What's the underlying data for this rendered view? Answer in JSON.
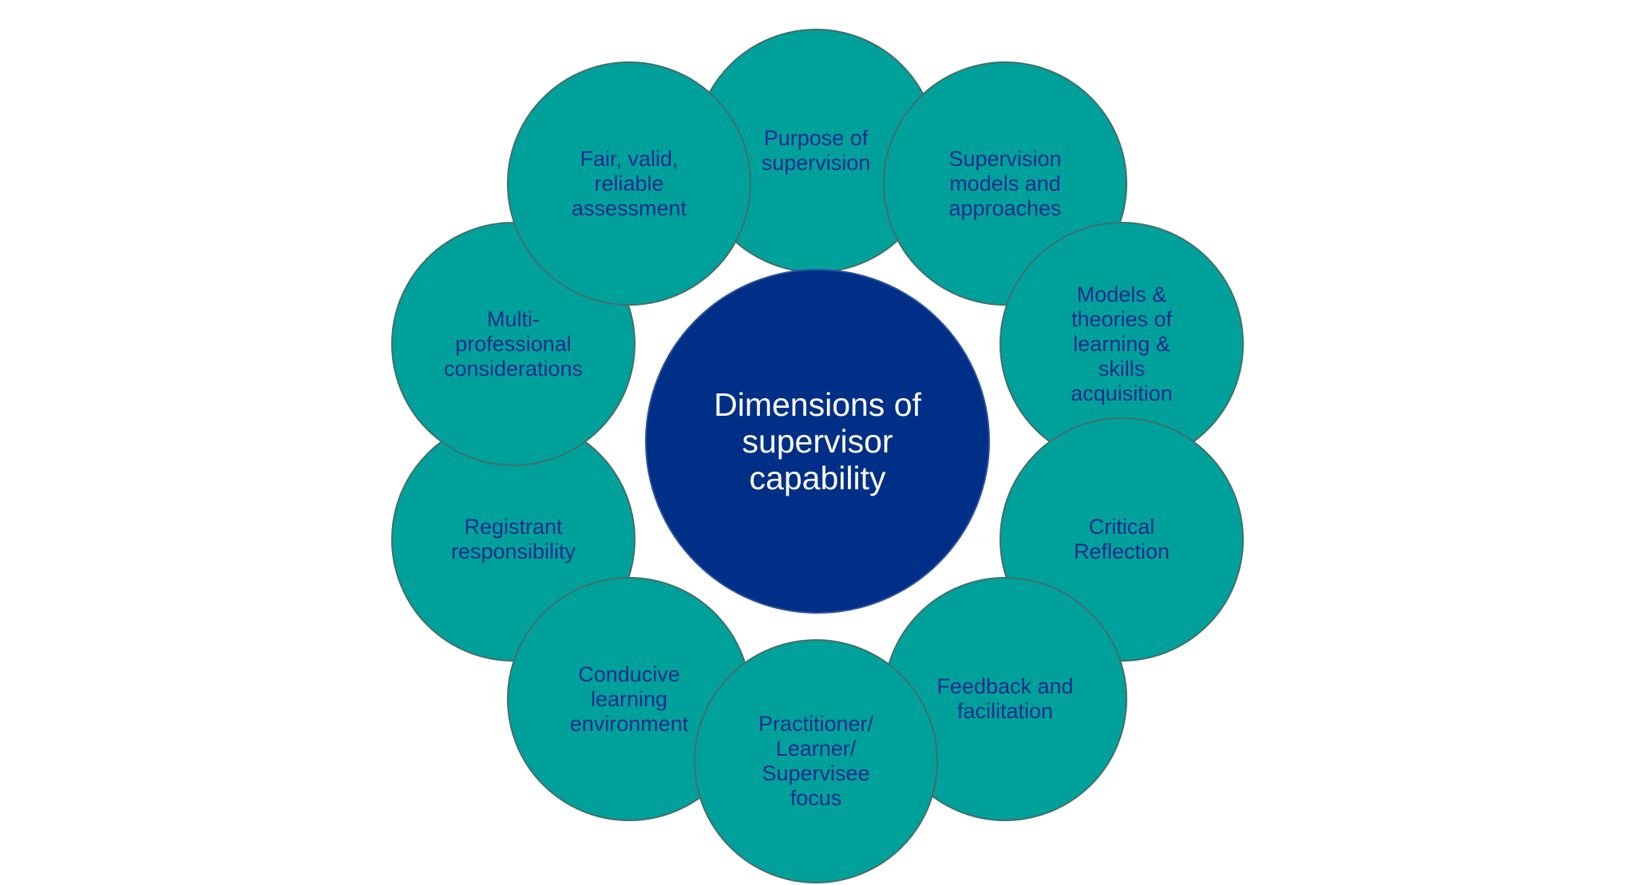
{
  "center": {
    "label": "Dimensions of\nsupervisor\ncapability"
  },
  "dimensions": [
    {
      "label": "Purpose of\nsupervision",
      "color": "#00a19a"
    },
    {
      "label": "Supervision\nmodels and\napproaches",
      "color": "#00a19a"
    },
    {
      "label": "Models &\ntheories of\nlearning &\nskills\nacquisition",
      "color": "#00a19a"
    },
    {
      "label": "Critical\nReflection",
      "color": "#00a19a"
    },
    {
      "label": "Feedback and\nfacilitation",
      "color": "#00a19a"
    },
    {
      "label": "Practitioner/\nLearner/\nSupervisee\nfocus",
      "color": "#00a19a"
    },
    {
      "label": "Conducive\nlearning\nenvironment",
      "color": "#00a19a"
    },
    {
      "label": "Registrant\nresponsibility",
      "color": "#00a19a"
    },
    {
      "label": "Multi-\nprofessional\nconsiderations",
      "color": "#00a19a"
    },
    {
      "label": "Fair, valid,\nreliable\nassessment",
      "color": "#00a19a"
    }
  ],
  "colors": {
    "petal_fill": "#00a19a",
    "petal_text": "#1f2c8f",
    "hub_fill": "#002f87",
    "hub_text": "#ffffff"
  }
}
